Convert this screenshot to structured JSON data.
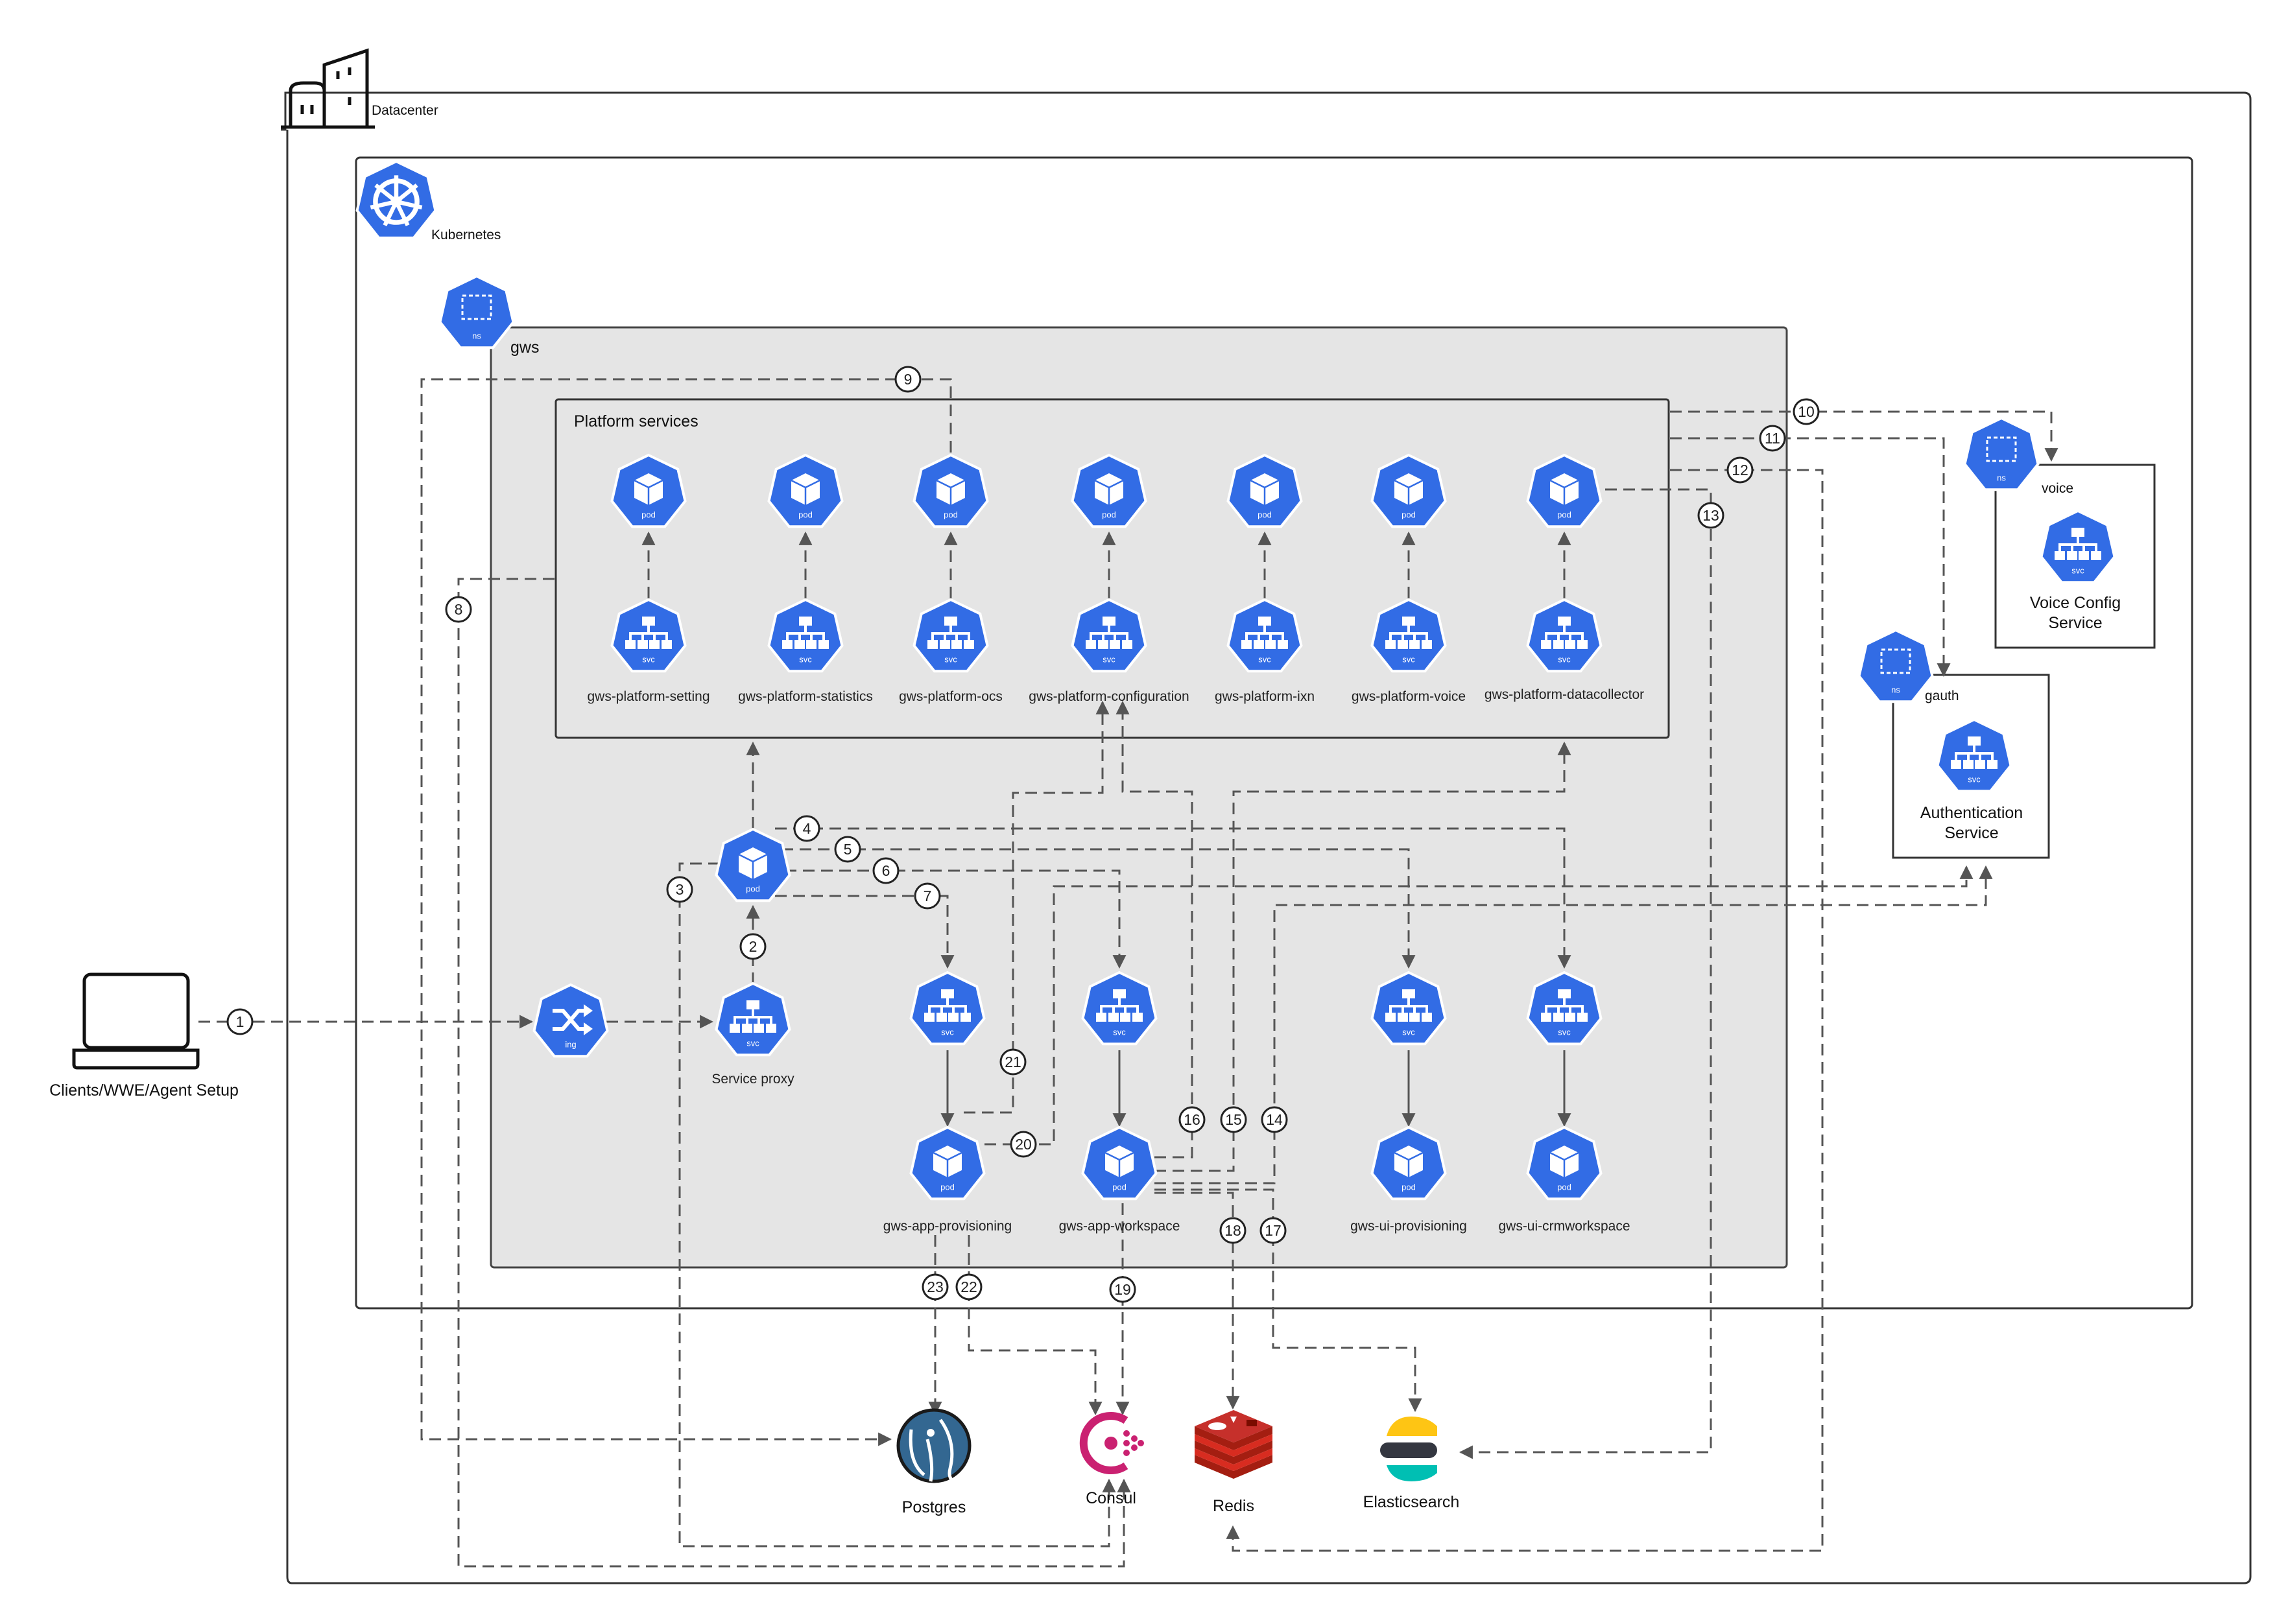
{
  "labels": {
    "datacenter": "Datacenter",
    "kubernetes": "Kubernetes",
    "ns_caption": "ns",
    "gws_namespace": "gws",
    "platform_services": "Platform services",
    "pod_caption": "pod",
    "svc_caption": "svc",
    "ing_caption": "ing",
    "service_proxy": "Service proxy",
    "clients": "Clients/WWE/Agent Setup"
  },
  "platform_services": [
    "gws-platform-setting",
    "gws-platform-statistics",
    "gws-platform-ocs",
    "gws-platform-configuration",
    "gws-platform-ixn",
    "gws-platform-voice",
    "gws-platform-datacollector"
  ],
  "apps": [
    "gws-app-provisioning",
    "gws-app-workspace",
    "gws-ui-provisioning",
    "gws-ui-crmworkspace"
  ],
  "external_namespaces": {
    "voice": {
      "ns": "voice",
      "service": "Voice Config Service"
    },
    "gauth": {
      "ns": "gauth",
      "service": "Authentication Service"
    }
  },
  "external_services": [
    "Postgres",
    "Consul",
    "Redis",
    "Elasticsearch"
  ],
  "steps": [
    "1",
    "2",
    "3",
    "4",
    "5",
    "6",
    "7",
    "8",
    "9",
    "10",
    "11",
    "12",
    "13",
    "14",
    "15",
    "16",
    "17",
    "18",
    "19",
    "20",
    "21",
    "22",
    "23"
  ],
  "colors": {
    "k8s_blue": "#326ce5",
    "namespace_fill": "#e5e5e5",
    "line": "#555555",
    "postgres": "#336791",
    "consul": "#ca2171",
    "redis": "#c6302b",
    "es_yellow": "#fec514",
    "es_teal": "#00bfb3",
    "es_dark": "#343741"
  }
}
